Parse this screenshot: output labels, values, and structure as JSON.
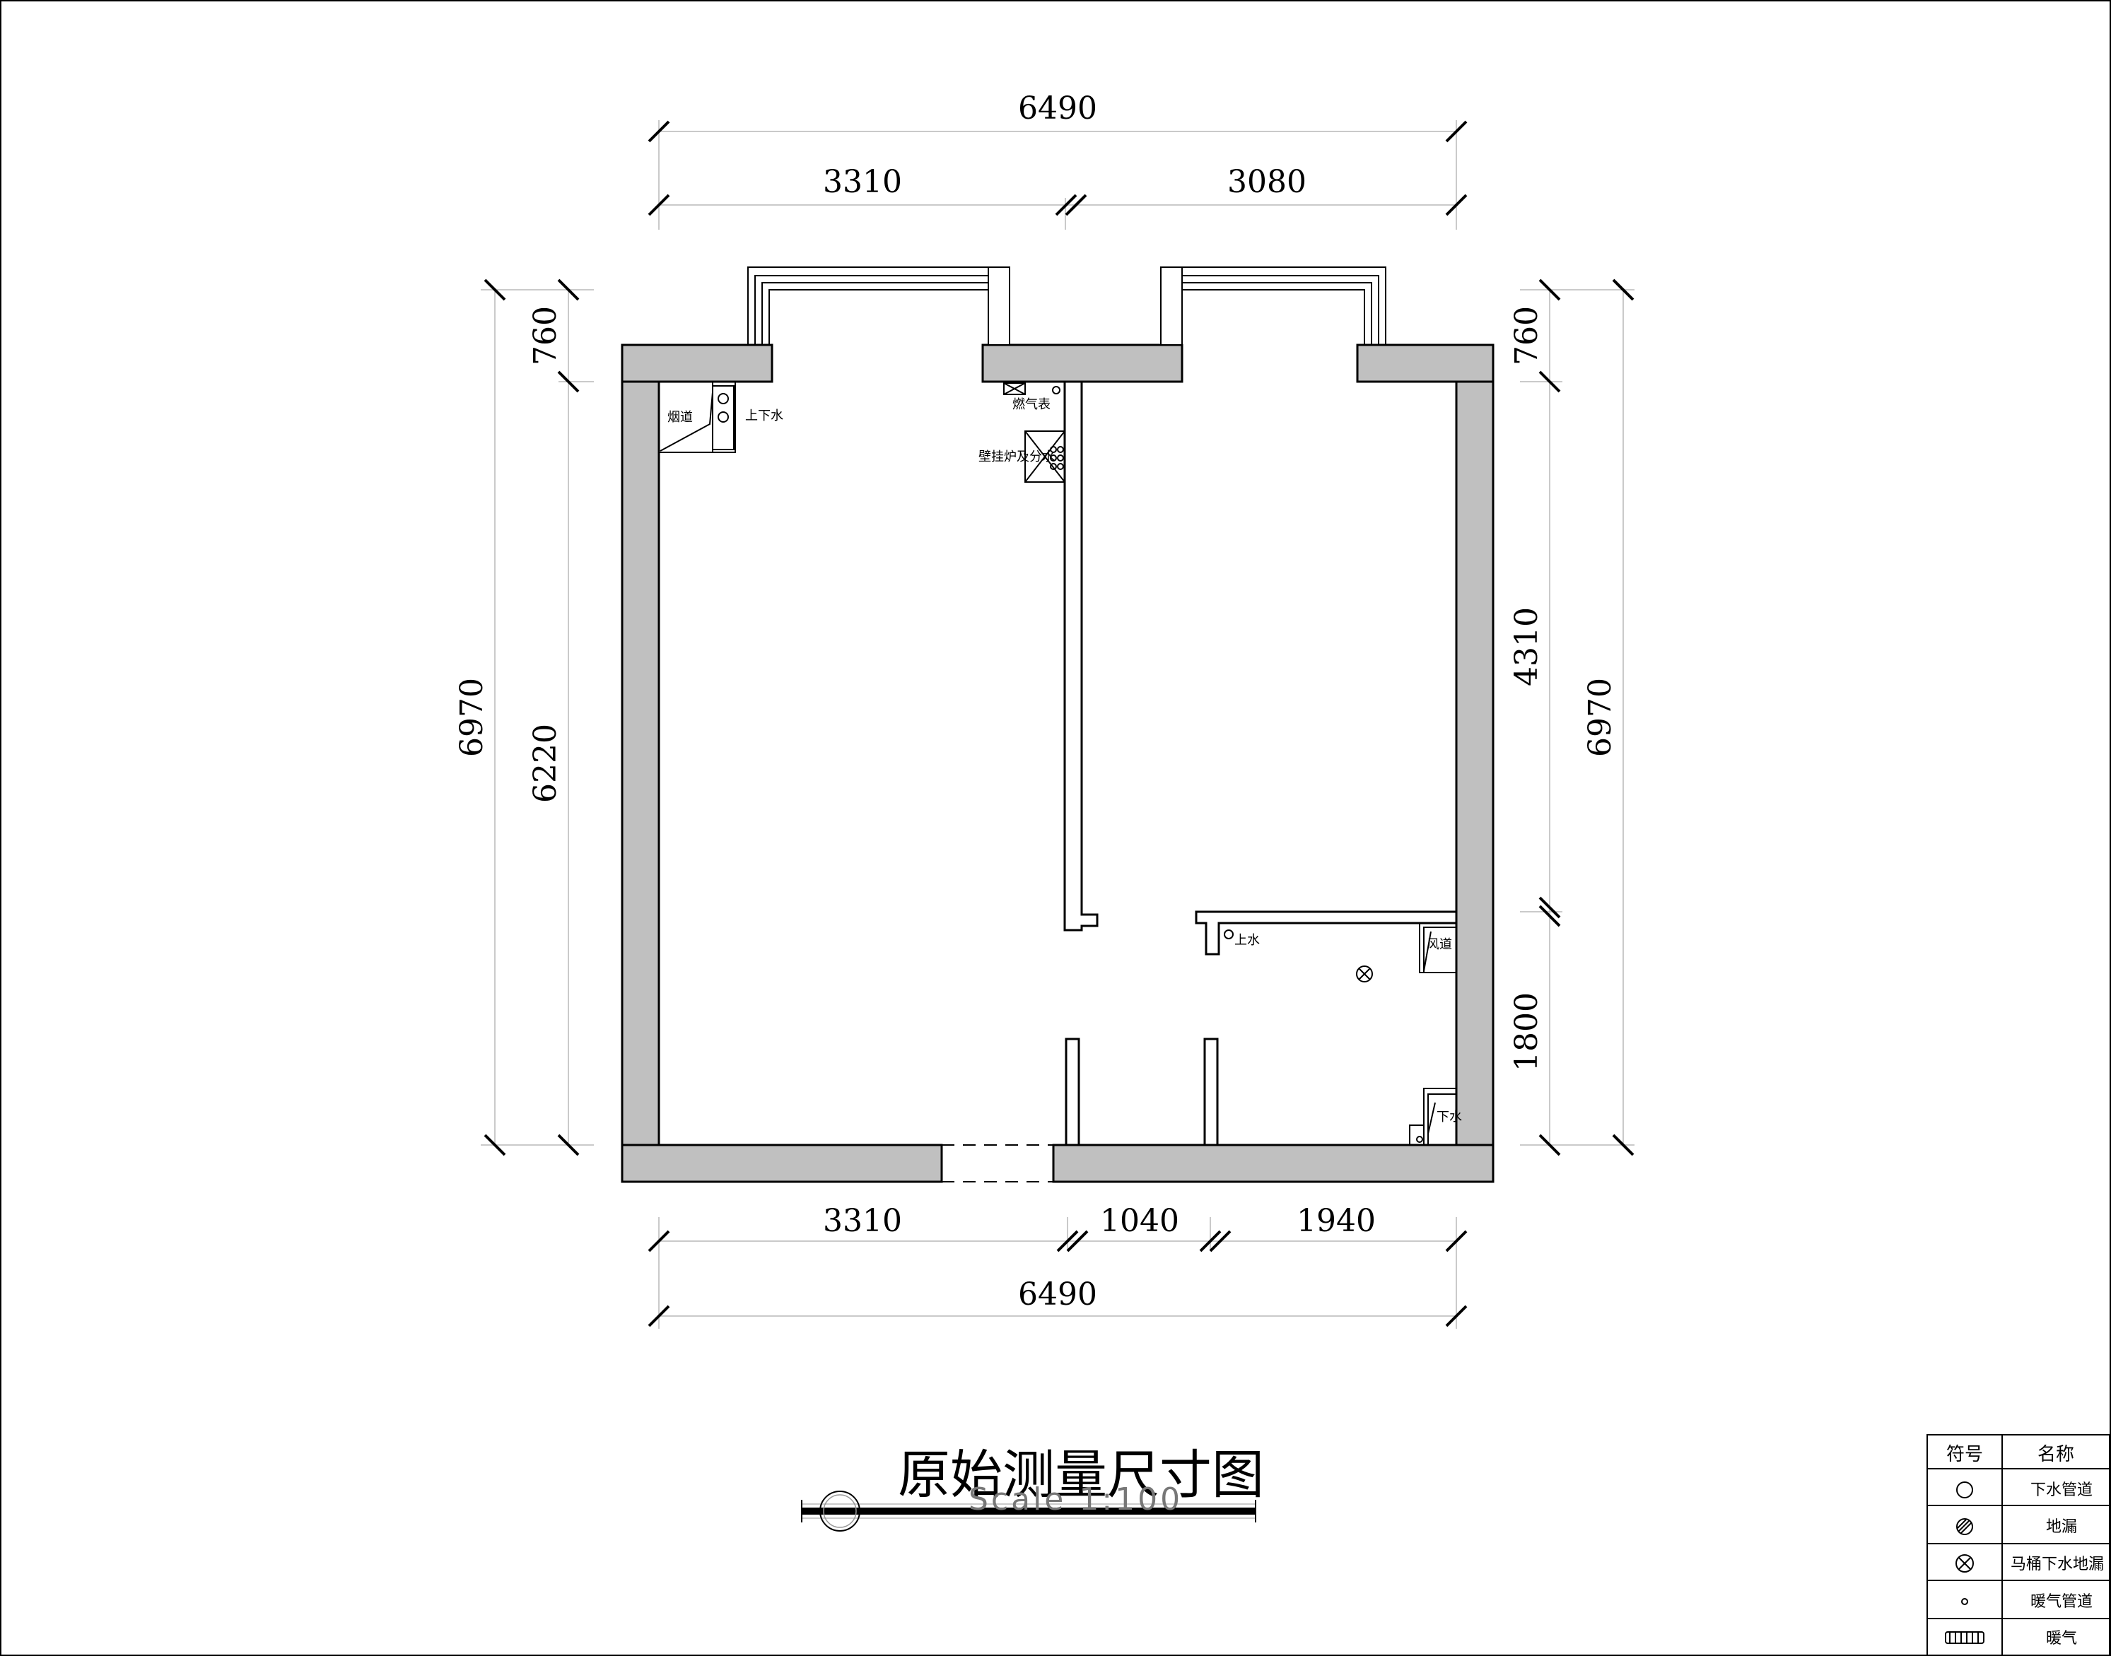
{
  "title": "原始测量尺寸图",
  "scale_label": "Scale 1:100",
  "dimensions": {
    "top_total": "6490",
    "top_left": "3310",
    "top_right": "3080",
    "bottom_left": "3310",
    "bottom_mid": "1040",
    "bottom_right": "1940",
    "bottom_total": "6490",
    "left_total": "6970",
    "left_top": "760",
    "left_main": "6220",
    "right_total": "6970",
    "right_top": "760",
    "right_mid": "4310",
    "right_bottom": "1800"
  },
  "room_labels": {
    "flue": "烟道",
    "water_left": "上下水",
    "gas_meter": "燃气表",
    "boiler": "壁挂炉及分水",
    "water_supply": "上水",
    "air_duct": "风道",
    "drain": "下水"
  },
  "legend": {
    "header_symbol": "符号",
    "header_name": "名称",
    "rows": [
      {
        "symbol": "circle-icon",
        "name": "下水管道"
      },
      {
        "symbol": "hatched-circle-icon",
        "name": "地漏"
      },
      {
        "symbol": "crossed-circle-icon",
        "name": "马桶下水地漏"
      },
      {
        "symbol": "dot-icon",
        "name": "暖气管道"
      },
      {
        "symbol": "radiator-icon",
        "name": "暖气"
      }
    ]
  }
}
